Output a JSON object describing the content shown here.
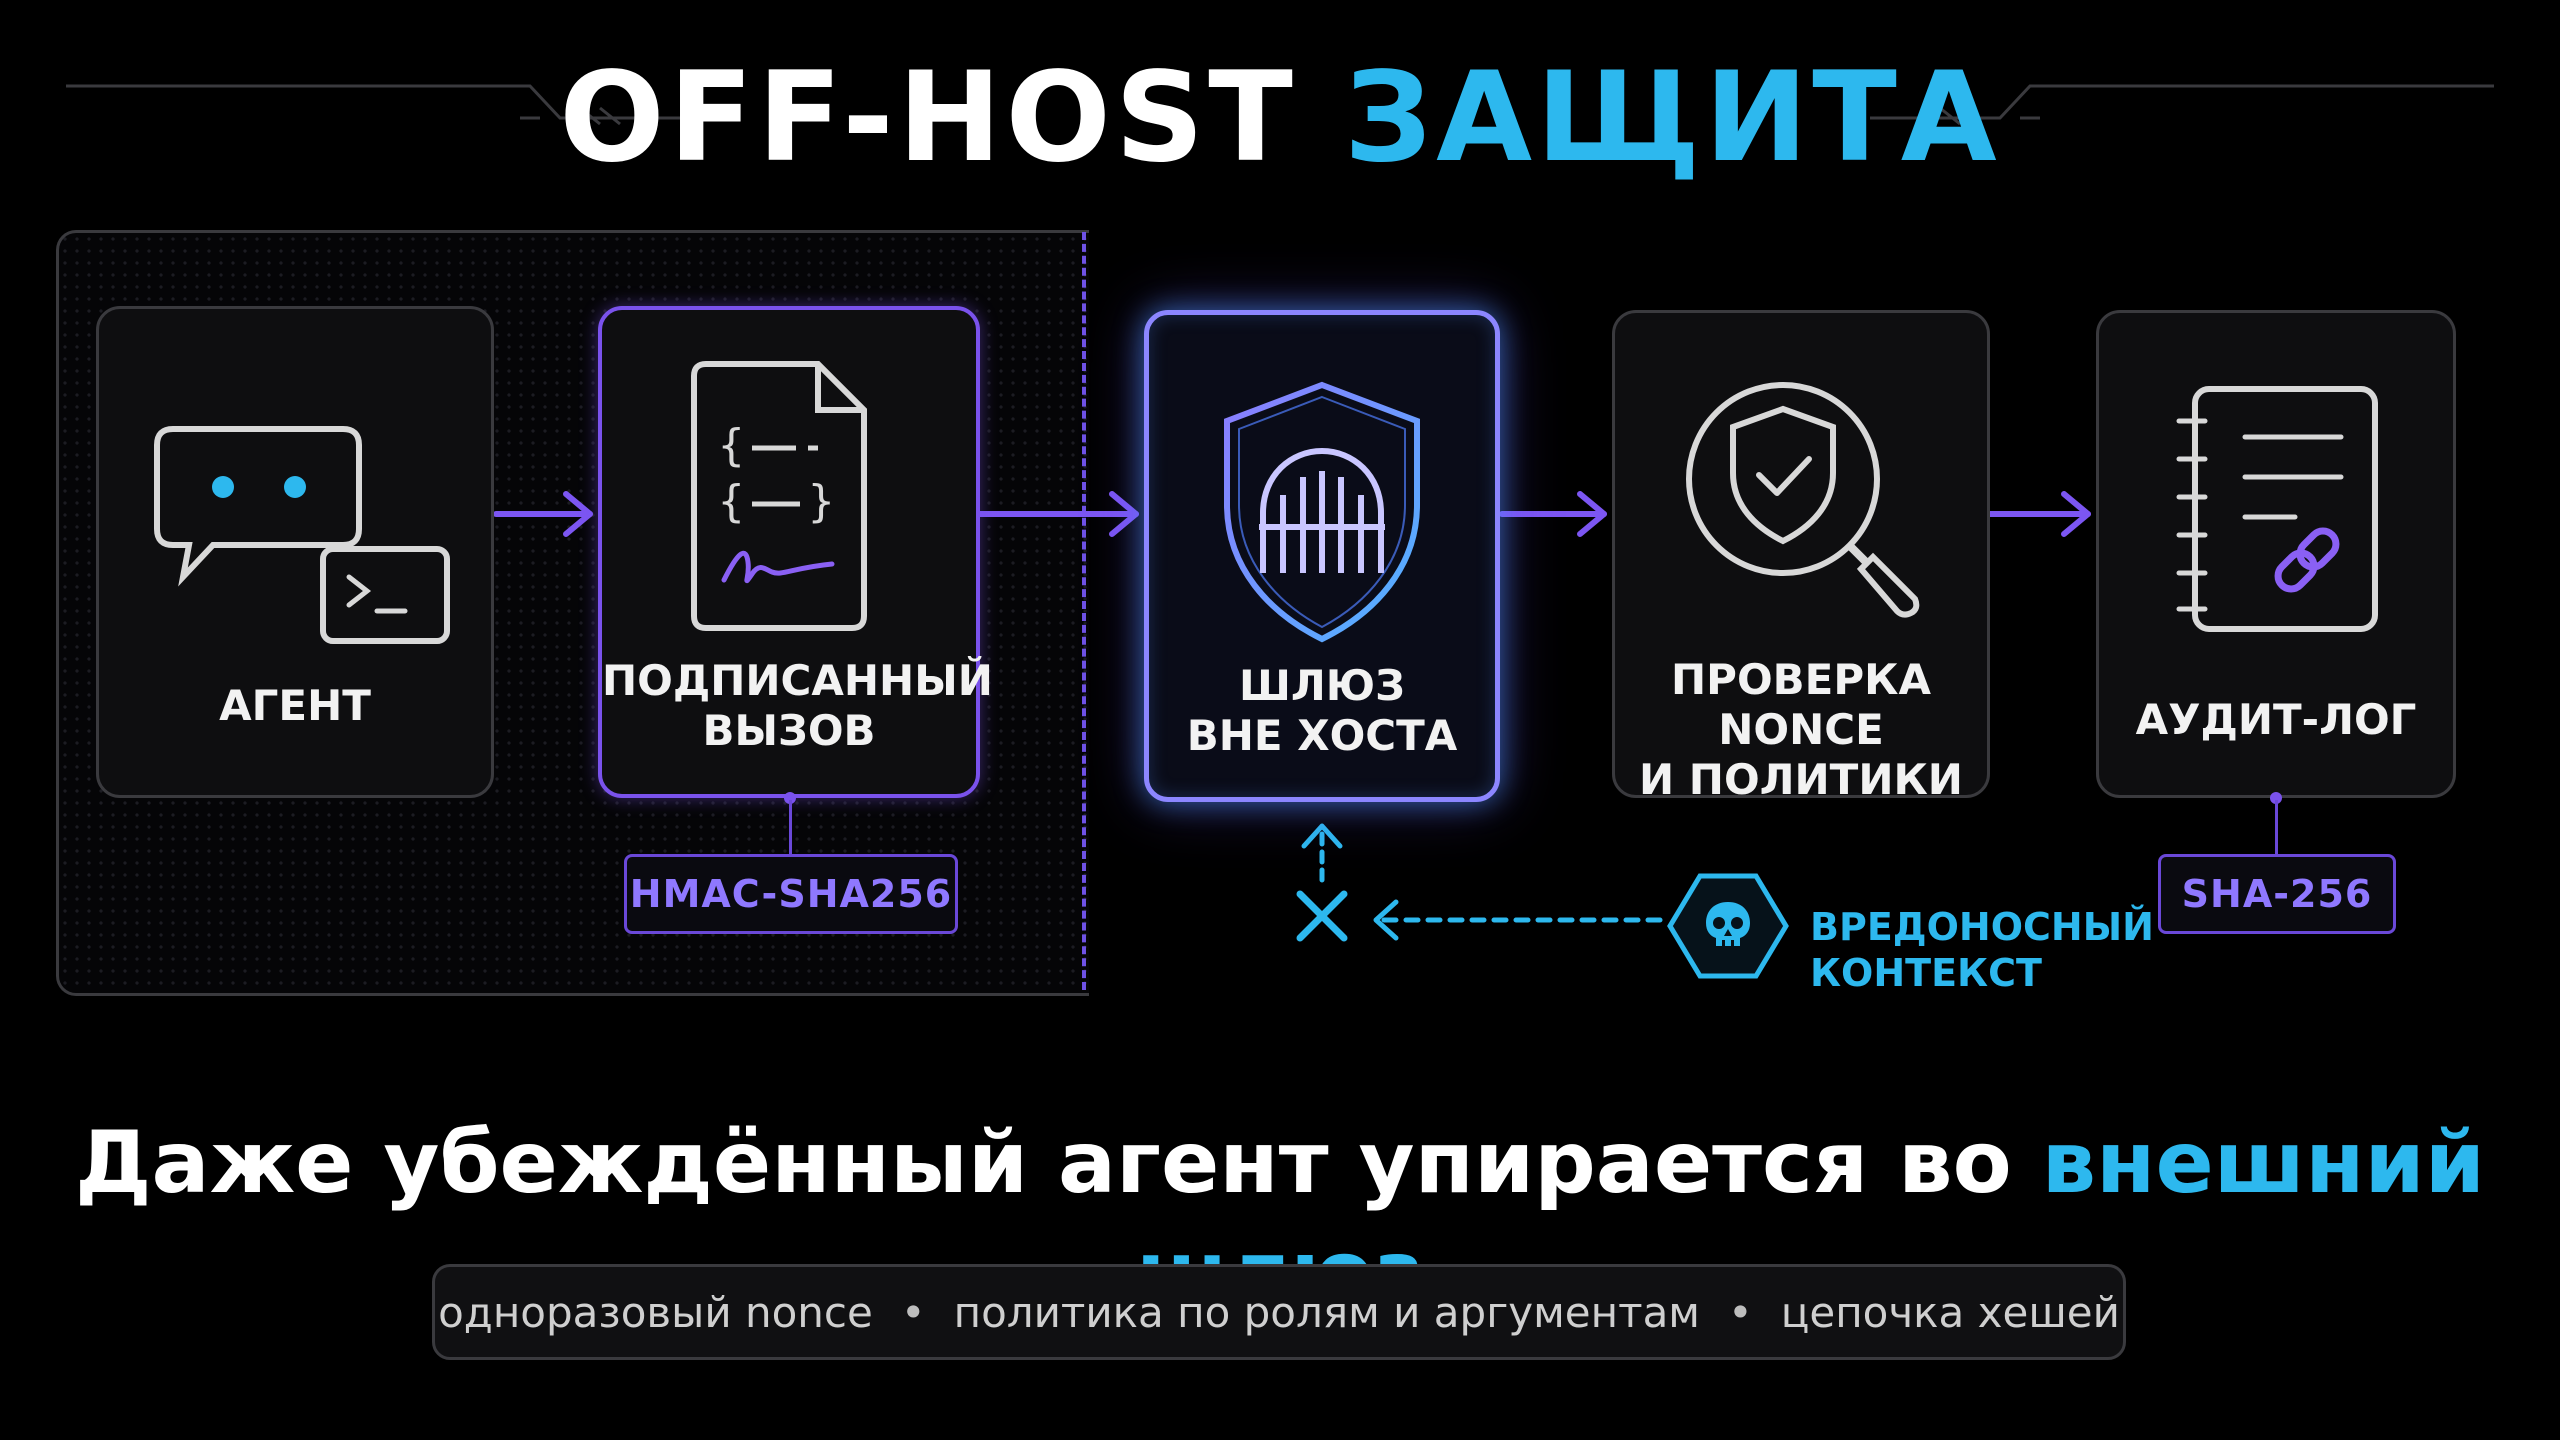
{
  "title": {
    "part1": "OFF-HOST",
    "part2": "ЗАЩИТА"
  },
  "nodes": {
    "agent": {
      "label": "АГЕНТ"
    },
    "signed_call": {
      "label": "ПОДПИСАННЫЙ\nВЫЗОВ",
      "tag": "HMAC-SHA256"
    },
    "gateway": {
      "label": "ШЛЮЗ\nВНЕ ХОСТА"
    },
    "nonce_check": {
      "label": "ПРОВЕРКА NONCE\nИ ПОЛИТИКИ"
    },
    "audit_log": {
      "label": "АУДИТ-ЛОГ",
      "tag": "SHA-256"
    }
  },
  "malicious": {
    "label": "ВРЕДОНОСНЫЙ\nКОНТЕКСТ"
  },
  "subtitle": {
    "main": "Даже убеждённый агент упирается во",
    "highlight": "внешний шлюз"
  },
  "footer": {
    "items": [
      "одноразовый nonce",
      "политика по ролям и аргументам",
      "цепочка хешей"
    ],
    "separator": "•"
  },
  "colors": {
    "accent_cyan": "#2db8ee",
    "accent_purple": "#7a52ec",
    "background": "#000000"
  }
}
